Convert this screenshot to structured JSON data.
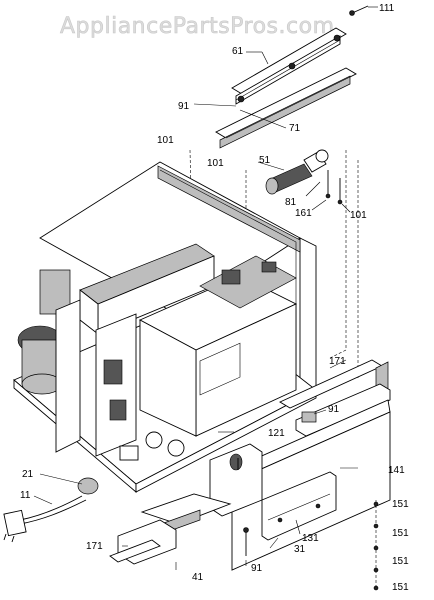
{
  "watermark": "AppliancePartsPros.com",
  "parts": {
    "p111": "111",
    "p61": "61",
    "p91_top": "91",
    "p71": "71",
    "p101_a": "101",
    "p101_b": "101",
    "p51": "51",
    "p81": "81",
    "p161": "161",
    "p101_c": "101",
    "p171_right": "171",
    "p91_mid": "91",
    "p121": "121",
    "p141": "141",
    "p21": "21",
    "p11": "11",
    "p151_a": "151",
    "p131": "131",
    "p151_b": "151",
    "p171_left": "171",
    "p31": "31",
    "p151_c": "151",
    "p91_bottom": "91",
    "p41": "41",
    "p151_d": "151"
  }
}
